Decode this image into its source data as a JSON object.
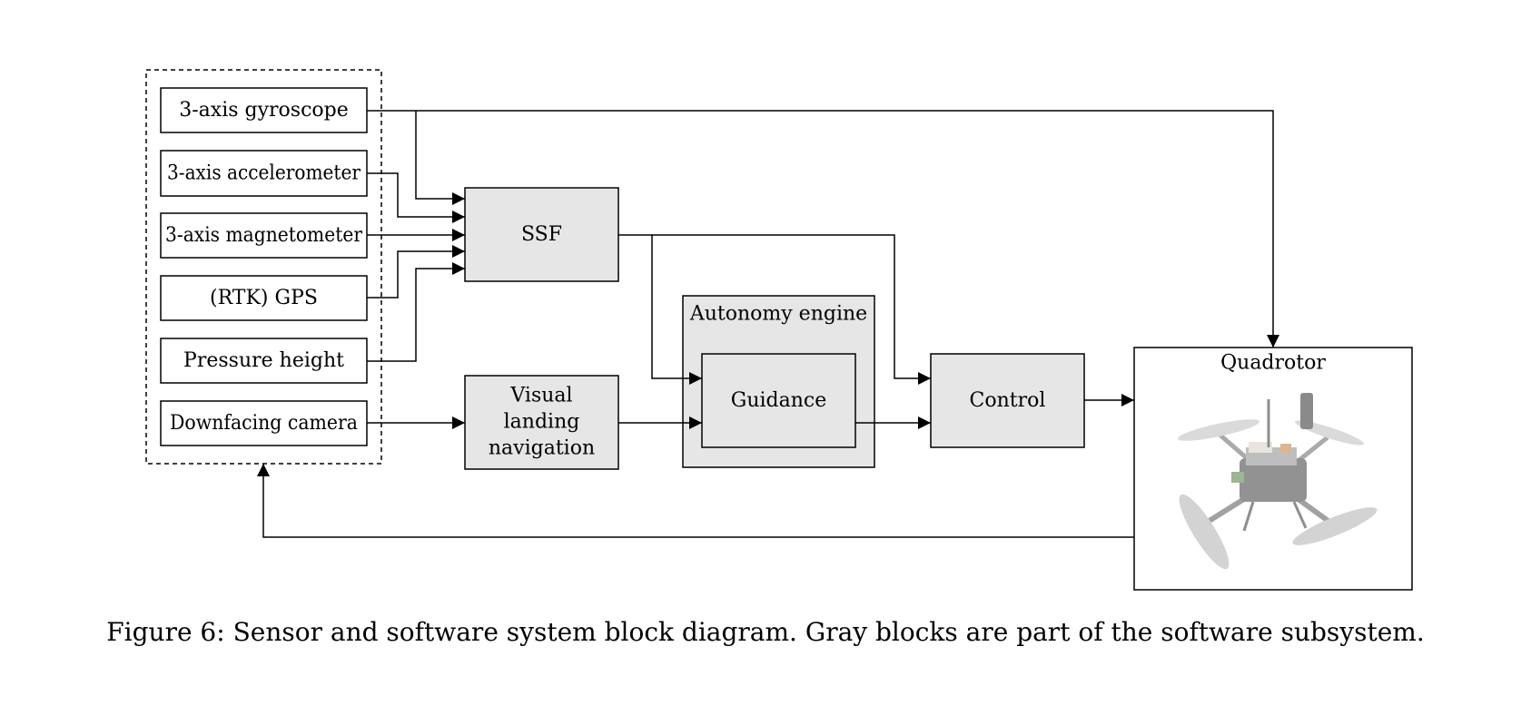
{
  "sensors": {
    "gyroscope": "3-axis gyroscope",
    "accelerometer": "3-axis accelerometer",
    "magnetometer": "3-axis magnetometer",
    "gps": "(RTK) GPS",
    "pressure": "Pressure height",
    "camera": "Downfacing camera"
  },
  "software": {
    "ssf": "SSF",
    "visual_nav_lines": [
      "Visual",
      "landing",
      "navigation"
    ],
    "autonomy_engine": "Autonomy engine",
    "guidance": "Guidance",
    "control": "Control"
  },
  "quadrotor": {
    "label": "Quadrotor"
  },
  "colors": {
    "software_block": "#e6e6e6",
    "sensor_block": "#ffffff",
    "line": "#000000"
  },
  "caption": "Figure 6: Sensor and software system block diagram. Gray blocks are part of the software subsystem."
}
